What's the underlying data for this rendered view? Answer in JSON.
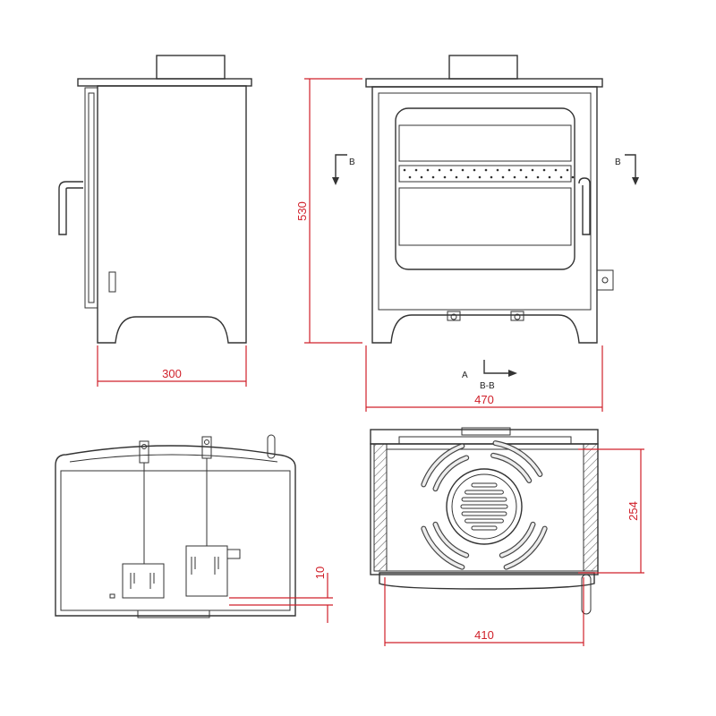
{
  "dimensions": {
    "side_depth": "300",
    "front_height": "530",
    "front_width": "470",
    "section_depth": "254",
    "section_width": "410",
    "offset_small": "10"
  },
  "section_labels": {
    "arrow_left": "B",
    "arrow_right": "B",
    "view_a": "A",
    "section_bb": "B-B"
  },
  "colors": {
    "line": "#333333",
    "dimension": "#d0202a"
  }
}
